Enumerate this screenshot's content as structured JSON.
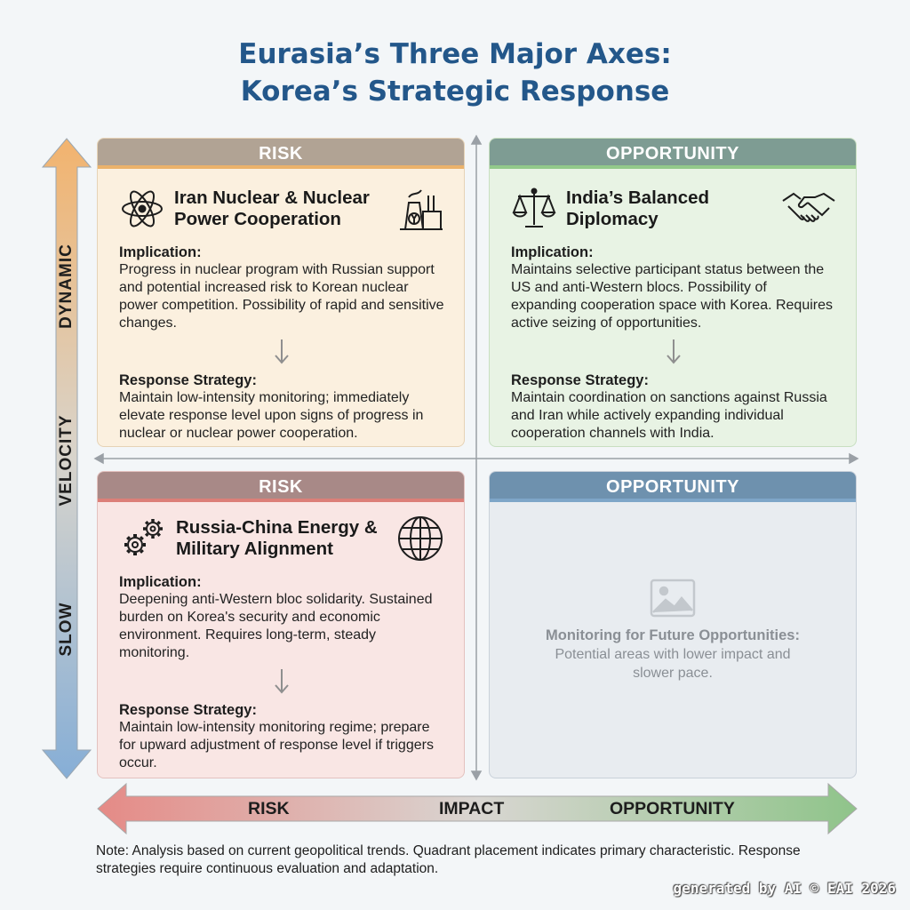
{
  "title": {
    "line1": "Eurasia’s Three Major Axes:",
    "line2": "Korea’s Strategic Response"
  },
  "vertical_axis": {
    "top": "DYNAMIC",
    "middle": "VELOCITY",
    "bottom": "SLOW"
  },
  "horizontal_axis": {
    "left": "RISK",
    "middle": "IMPACT",
    "right": "OPPORTUNITY"
  },
  "quadrants": [
    {
      "header": "RISK",
      "title": "Iran Nuclear & Nuclear Power Cooperation",
      "implication_label": "Implication:",
      "implication": "Progress in nuclear program with Russian support and potential increased risk to Korean nuclear power competition. Possibility of rapid and sensitive changes.",
      "response_label": "Response Strategy:",
      "response": "Maintain low-intensity monitoring; immediately elevate response level upon signs of progress in nuclear or nuclear power cooperation.",
      "icons": [
        "atom-icon",
        "nuclear-plant-icon"
      ]
    },
    {
      "header": "OPPORTUNITY",
      "title": "India’s Balanced Diplomacy",
      "implication_label": "Implication:",
      "implication": "Maintains selective participant status between the US and anti-Western blocs. Possibility of expanding cooperation space with Korea. Requires active seizing of opportunities.",
      "response_label": "Response Strategy:",
      "response": "Maintain coordination on sanctions against Russia and Iran while actively expanding individual cooperation channels with India.",
      "icons": [
        "balance-scale-icon",
        "handshake-icon"
      ]
    },
    {
      "header": "RISK",
      "title": "Russia-China Energy & Military Alignment",
      "implication_label": "Implication:",
      "implication": "Deepening anti-Western bloc solidarity. Sustained burden on Korea's security and economic environment. Requires long-term, steady monitoring.",
      "response_label": "Response Strategy:",
      "response": "Maintain low-intensity monitoring regime; prepare for upward adjustment of response level if triggers occur.",
      "icons": [
        "gears-icon",
        "globe-icon"
      ]
    },
    {
      "header": "OPPORTUNITY",
      "placeholder_label": "Monitoring for Future Opportunities:",
      "placeholder_text": "Potential areas with lower impact and slower pace.",
      "icons": [
        "image-placeholder-icon"
      ]
    }
  ],
  "note": "Note: Analysis based on current geopolitical trends. Quadrant placement indicates primary characteristic. Response strategies require continuous evaluation and adaptation.",
  "credit": "generated by AI © EAI 2026",
  "colors": {
    "title": "#23578a",
    "risk_top_header": "#b1a394",
    "risk_bottom_header": "#a88987",
    "opportunity_top_header": "#7e9c93",
    "opportunity_bottom_header": "#6e91ae"
  }
}
